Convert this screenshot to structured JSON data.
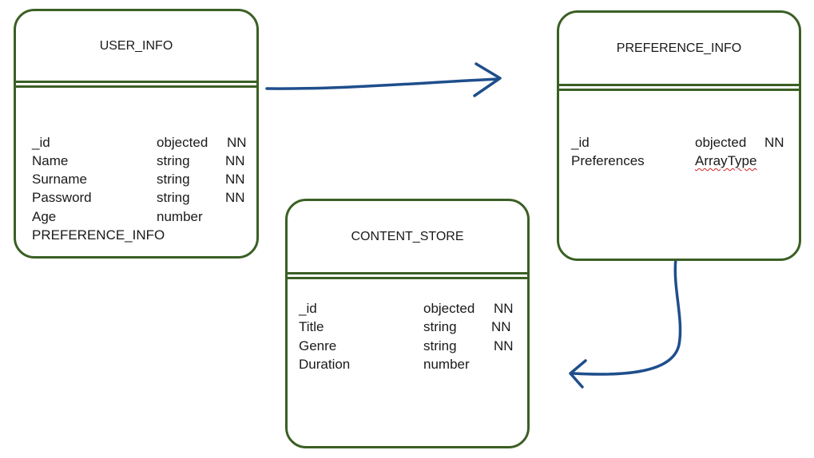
{
  "colors": {
    "box_border": "#3b5f24",
    "arrow": "#1f4e8c"
  },
  "entities": {
    "user_info": {
      "title": "USER_INFO",
      "fields": [
        {
          "name": "_id",
          "type": "objected",
          "constraint": "NN"
        },
        {
          "name": "Name",
          "type": "string",
          "constraint": "NN"
        },
        {
          "name": "Surname",
          "type": "string",
          "constraint": "NN"
        },
        {
          "name": "Password",
          "type": "string",
          "constraint": "NN"
        },
        {
          "name": "Age",
          "type": "number",
          "constraint": ""
        },
        {
          "name": "PREFERENCE_INFO",
          "type": "",
          "constraint": ""
        }
      ]
    },
    "preference_info": {
      "title": "PREFERENCE_INFO",
      "fields": [
        {
          "name": "_id",
          "type": "objected",
          "constraint": "NN"
        },
        {
          "name": "Preferences",
          "type": "ArrayType",
          "constraint": ""
        }
      ]
    },
    "content_store": {
      "title": "CONTENT_STORE",
      "fields": [
        {
          "name": "_id",
          "type": "objected",
          "constraint": "NN"
        },
        {
          "name": "Title",
          "type": "string",
          "constraint": "NN"
        },
        {
          "name": "Genre",
          "type": "string",
          "constraint": "NN"
        },
        {
          "name": "Duration",
          "type": "number",
          "constraint": ""
        }
      ]
    }
  }
}
